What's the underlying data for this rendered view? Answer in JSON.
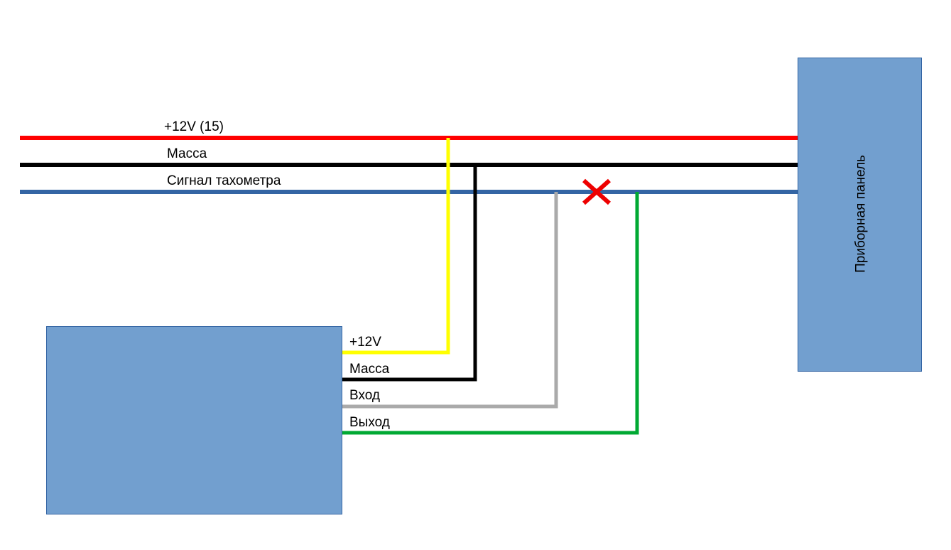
{
  "harness": {
    "wire_12v_label": "+12V (15)",
    "wire_ground_label": "Масса",
    "wire_tacho_label": "Сигнал тахометра"
  },
  "module": {
    "pin_12v_label": "+12V",
    "pin_ground_label": "Масса",
    "pin_input_label": "Вход",
    "pin_output_label": "Выход"
  },
  "panel": {
    "label": "Приборная панель"
  },
  "colors": {
    "wire_12v": "#ff0000",
    "wire_ground": "#000000",
    "wire_tacho": "#3465a4",
    "lead_12v": "#ffff00",
    "lead_ground": "#000000",
    "lead_input": "#aaaaaa",
    "lead_output": "#00a933",
    "cut_mark": "#ee0000",
    "block_fill": "#729fcf"
  }
}
